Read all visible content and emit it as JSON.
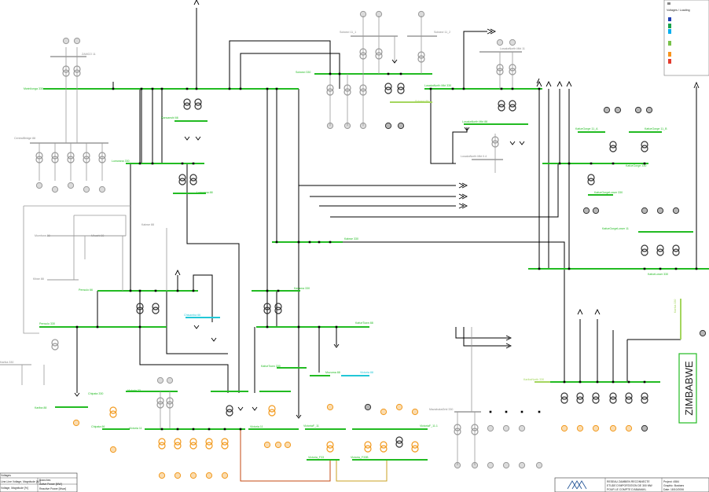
{
  "legend": {
    "title": "Voltages / Loading",
    "swatches": [
      "#1f77b4",
      "#2e7d32",
      "#00aeef",
      "#6cc24a",
      "#f7941d",
      "#e23b2e"
    ]
  },
  "zimbabwe_box": {
    "label": "ZIMBABWE"
  },
  "colors": {
    "bus_green": "#22bb22",
    "bus_cyan": "#22c7d7",
    "bus_light": "#a4d65e",
    "wire": "#000000",
    "gray": "#888888",
    "orange": "#f29a1e",
    "dark_orange": "#c44a12",
    "gold": "#c8a020"
  },
  "bus_labels": [
    {
      "id": "mwinilunga-330",
      "text": "Mwinilunga 330",
      "color": "green"
    },
    {
      "id": "kansanshi-66",
      "text": "Kansanshi 66",
      "color": "green"
    },
    {
      "id": "cdrsa-b",
      "text": "ZAMCO 11",
      "color": "gray"
    },
    {
      "id": "crest-bd",
      "text": "CentralBridge 88",
      "color": "gray"
    },
    {
      "id": "lumwana-330",
      "text": "Lumwana 330",
      "color": "green"
    },
    {
      "id": "lumwana-88",
      "text": "Lumwana 88",
      "color": "green"
    },
    {
      "id": "solwezi-330",
      "text": "Solwezi 330",
      "color": "green"
    },
    {
      "id": "solwezi-88",
      "text": "Solwezi 88",
      "color": "light"
    },
    {
      "id": "solwezi-111",
      "text": "Solwezi 11_1",
      "color": "gray"
    },
    {
      "id": "solwezi-112",
      "text": "Solwezi 11_2",
      "color": "gray"
    },
    {
      "id": "solwezi-113",
      "text": "Solwezi 11",
      "color": "gray"
    },
    {
      "id": "luano-330",
      "text": "LusakaNorth Mkt 330",
      "color": "green"
    },
    {
      "id": "luano-88",
      "text": "LusakaNorth Mkt 88",
      "color": "green"
    },
    {
      "id": "luano-11",
      "text": "LusakaNorth Mkt 11",
      "color": "gray"
    },
    {
      "id": "luano-aux",
      "text": "LusakaNorth Mkt 0.4",
      "color": "gray"
    },
    {
      "id": "kafue-330",
      "text": "KafueGorge 330",
      "color": "green"
    },
    {
      "id": "kafue-11-a",
      "text": "KafueGorge 11_A",
      "color": "green"
    },
    {
      "id": "kafue-11-b",
      "text": "KafueGorge 11_B",
      "color": "green"
    },
    {
      "id": "kafue-lower-330",
      "text": "KafueLower 330",
      "color": "green"
    },
    {
      "id": "kafue-lower-11",
      "text": "KafueGorgeLower 11",
      "color": "green"
    },
    {
      "id": "kfgl",
      "text": "KafueGorgeLower 330",
      "color": "green"
    },
    {
      "id": "kabwe-330",
      "text": "Kabwe 330",
      "color": "green"
    },
    {
      "id": "mumbwa-88",
      "text": "Mumbwa 88",
      "color": "gray"
    },
    {
      "id": "kabwe-88",
      "text": "Kabwe 88",
      "color": "gray"
    },
    {
      "id": "mkushi-88",
      "text": "Mkushi 88",
      "color": "gray"
    },
    {
      "id": "kitwe-88",
      "text": "Kitwe 88",
      "color": "gray"
    },
    {
      "id": "pensulo-330",
      "text": "Pensulo 330",
      "color": "green"
    },
    {
      "id": "pensulo-66",
      "text": "Pensulo 66",
      "color": "green"
    },
    {
      "id": "kasama-330",
      "text": "Kasama 330",
      "color": "green"
    },
    {
      "id": "kasama-88",
      "text": "Kasama 88",
      "color": "green"
    },
    {
      "id": "kafue-town-330",
      "text": "KafueTown 330",
      "color": "green"
    },
    {
      "id": "kafue-town-88",
      "text": "KafueTown 88",
      "color": "green"
    },
    {
      "id": "leopards-88",
      "text": "LeopardsHill 88",
      "color": "green"
    },
    {
      "id": "chisamba-66",
      "text": "Chisamba 66",
      "color": "cyan"
    },
    {
      "id": "muzuma-88",
      "text": "Muzuma 88",
      "color": "green"
    },
    {
      "id": "victoria-88",
      "text": "Victoria 88",
      "color": "cyan"
    },
    {
      "id": "kariba-330",
      "text": "Kariba 330",
      "color": "gray"
    },
    {
      "id": "kariba-88",
      "text": "Kariba 88",
      "color": "green"
    },
    {
      "id": "chipata-330",
      "text": "Chipata 330",
      "color": "green"
    },
    {
      "id": "chipata-66",
      "text": "Chipata 66",
      "color": "green"
    },
    {
      "id": "victoria-33",
      "text": "Victoria 33",
      "color": "green"
    },
    {
      "id": "victoria-11",
      "text": "Victoria 11",
      "color": "green"
    },
    {
      "id": "victoria-11b",
      "text": "VictoriaF_11",
      "color": "green"
    },
    {
      "id": "victoria-11c",
      "text": "VictoriaF_11.1",
      "color": "green"
    },
    {
      "id": "victoria-33b",
      "text": "Victoria_F33",
      "color": "green"
    },
    {
      "id": "victoria-33c",
      "text": "Victoria_F33B",
      "color": "green"
    },
    {
      "id": "mazabuka-330",
      "text": "MazabukaGrid 330",
      "color": "gray"
    },
    {
      "id": "kariba-north",
      "text": "KaribaNorth 330",
      "color": "light"
    },
    {
      "id": "k330-right",
      "text": "Kariba 330",
      "color": "light"
    }
  ],
  "title_block": {
    "table_headers": [
      "Voltages",
      "Branches"
    ],
    "rows": [
      [
        "Line-Line Voltage, Magnitude [kV]",
        "Active Power [MW]"
      ],
      [
        "Voltage, Magnitude [%]",
        "Reactive Power [Mvar]"
      ]
    ],
    "project": {
      "line1": "RESEAU ZAMBIEN RECONNECTE",
      "line2": "ETUDE D'IMPORTATION DE 300 MW",
      "line3": "POUR LE COMPTE D'ABAMAKL",
      "project_label": "Project: 4584",
      "graphic_label": "Graphic: Busbars",
      "date_label": "Date: 18/10/2006"
    }
  }
}
